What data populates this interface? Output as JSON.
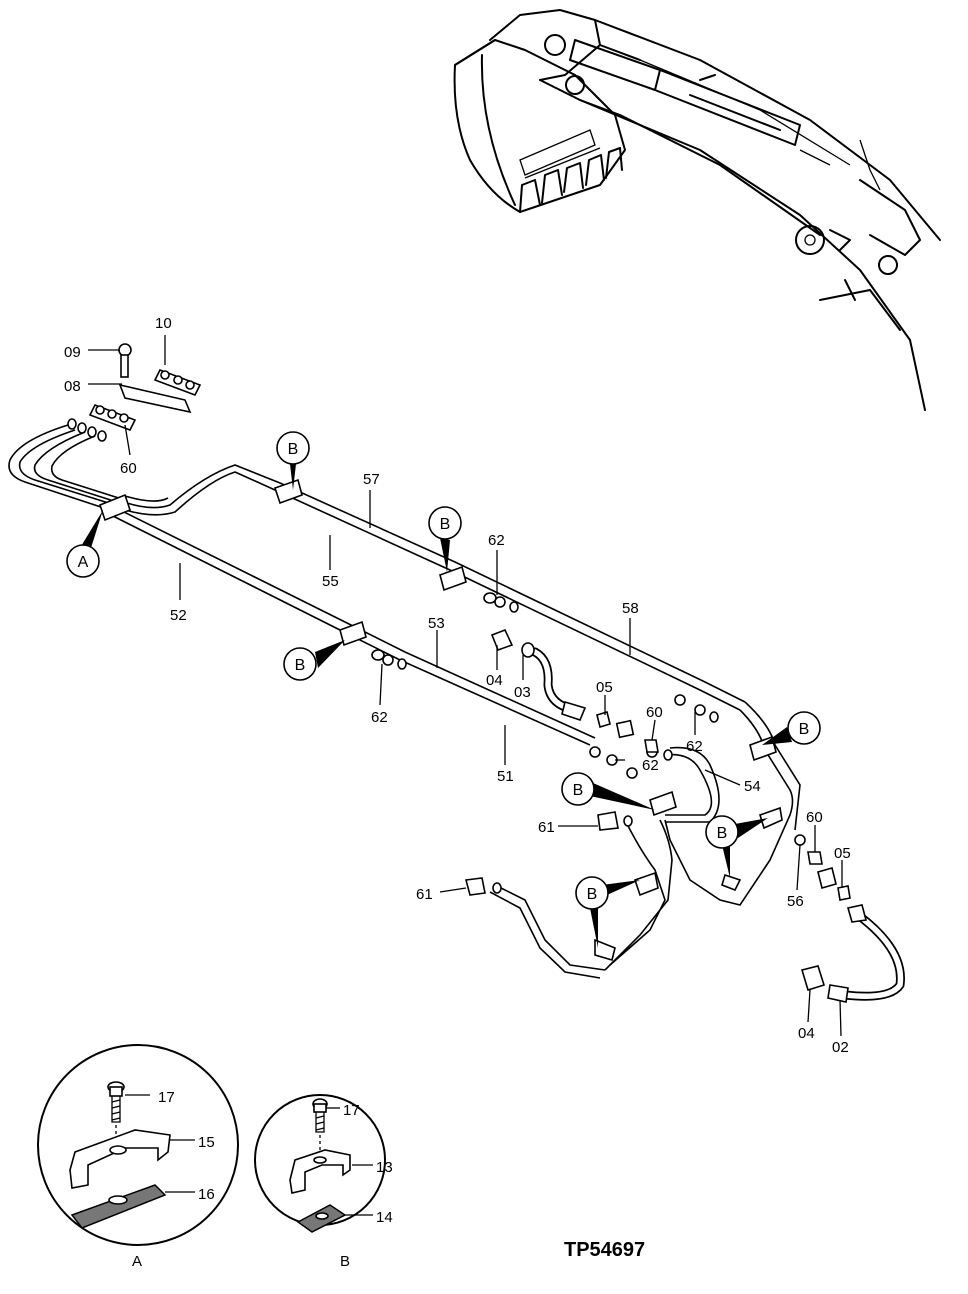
{
  "drawing_id": "TP54697",
  "part_labels": {
    "p09": "09",
    "p10": "10",
    "p08": "08",
    "p60a": "60",
    "p57": "57",
    "p55": "55",
    "p52": "52",
    "p62a": "62",
    "p58": "58",
    "p53": "53",
    "p04a": "04",
    "p03": "03",
    "p05a": "05",
    "p60b": "60",
    "p62b": "62",
    "p62c": "62",
    "p62d": "62",
    "p51": "51",
    "p54": "54",
    "p61a": "61",
    "p61b": "61",
    "p60c": "60",
    "p05b": "05",
    "p56": "56",
    "p04b": "04",
    "p02": "02",
    "p17a": "17",
    "p15": "15",
    "p16": "16",
    "p17b": "17",
    "p13": "13",
    "p14": "14"
  },
  "callouts": {
    "a": "A",
    "b": "B"
  },
  "detail_labels": {
    "a": "A",
    "b": "B"
  }
}
